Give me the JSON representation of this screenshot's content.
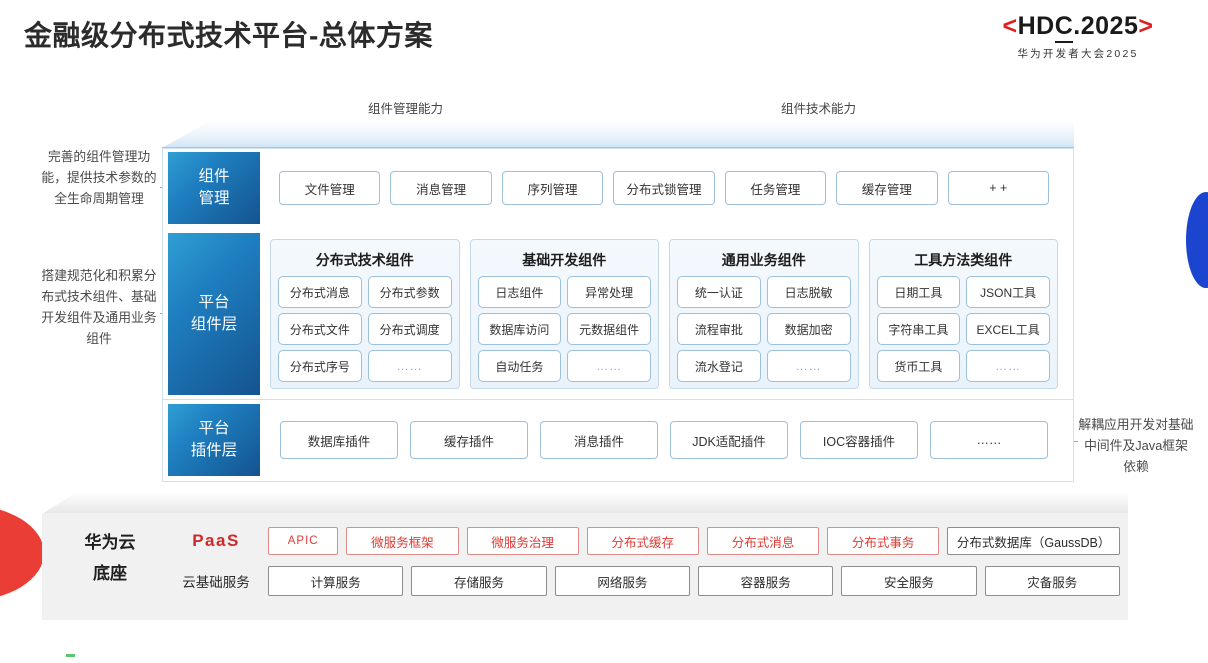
{
  "header": {
    "title": "金融级分布式技术平台-总体方案",
    "logo": {
      "bracket_left": "<",
      "bracket_right": ">",
      "main_before": "HD",
      "main_underlined": "C",
      "main_after": ".2025",
      "subtitle": "华为开发者大会2025",
      "bracket_color": "#e02020"
    }
  },
  "arrows": [
    {
      "label": "组件管理能力",
      "icon": "up-arrow-icon",
      "color": "#1f7fc0"
    },
    {
      "label": "组件技术能力",
      "icon": "up-arrow-icon",
      "color": "#1f7fc0"
    }
  ],
  "annotations": {
    "left": [
      "完善的组件管理功能，提供技术参数的全生命周期管理",
      "搭建规范化和积累分布式技术组件、基础开发组件及通用业务组件"
    ],
    "right": [
      "解耦应用开发对基础中间件及Java框架依赖"
    ]
  },
  "layers": {
    "component_management": {
      "label": "组件\n管理",
      "label_line1": "组件",
      "label_line2": "管理",
      "items": [
        "文件管理",
        "消息管理",
        "序列管理",
        "分布式锁管理",
        "任务管理",
        "缓存管理",
        "+ +"
      ]
    },
    "platform_component": {
      "label_line1": "平台",
      "label_line2": "组件层",
      "groups": [
        {
          "title": "分布式技术组件",
          "cells": [
            "分布式消息",
            "分布式参数",
            "分布式文件",
            "分布式调度",
            "分布式序号",
            "……"
          ]
        },
        {
          "title": "基础开发组件",
          "cells": [
            "日志组件",
            "异常处理",
            "数据库访问",
            "元数据组件",
            "自动任务",
            "……"
          ]
        },
        {
          "title": "通用业务组件",
          "cells": [
            "统一认证",
            "日志脱敏",
            "流程审批",
            "数据加密",
            "流水登记",
            "……"
          ]
        },
        {
          "title": "工具方法类组件",
          "cells": [
            "日期工具",
            "JSON工具",
            "字符串工具",
            "EXCEL工具",
            "货币工具",
            "……"
          ]
        }
      ]
    },
    "platform_plugin": {
      "label_line1": "平台",
      "label_line2": "插件层",
      "items": [
        "数据库插件",
        "缓存插件",
        "消息插件",
        "JDK适配插件",
        "IOC容器插件",
        "……"
      ]
    }
  },
  "foundation": {
    "title_line1": "华为云",
    "title_line2": "底座",
    "paas_label": "PaaS",
    "paas_label_color": "#cf2a2a",
    "cloud_label": "云基础服务",
    "paas_items": [
      {
        "text": "APIC",
        "style": "apic"
      },
      {
        "text": "微服务框架",
        "style": "red"
      },
      {
        "text": "微服务治理",
        "style": "red"
      },
      {
        "text": "分布式缓存",
        "style": "red"
      },
      {
        "text": "分布式消息",
        "style": "red"
      },
      {
        "text": "分布式事务",
        "style": "red"
      },
      {
        "text": "分布式数据库（GaussDB）",
        "style": "wide"
      }
    ],
    "cloud_items": [
      "计算服务",
      "存储服务",
      "网络服务",
      "容器服务",
      "安全服务",
      "灾备服务"
    ]
  },
  "colors": {
    "accent_blue": "#1f7fc0",
    "deep_blue": "#14538f",
    "brand_red": "#e02020",
    "paas_red": "#e03b35",
    "panel_border": "#cfe0ee"
  }
}
